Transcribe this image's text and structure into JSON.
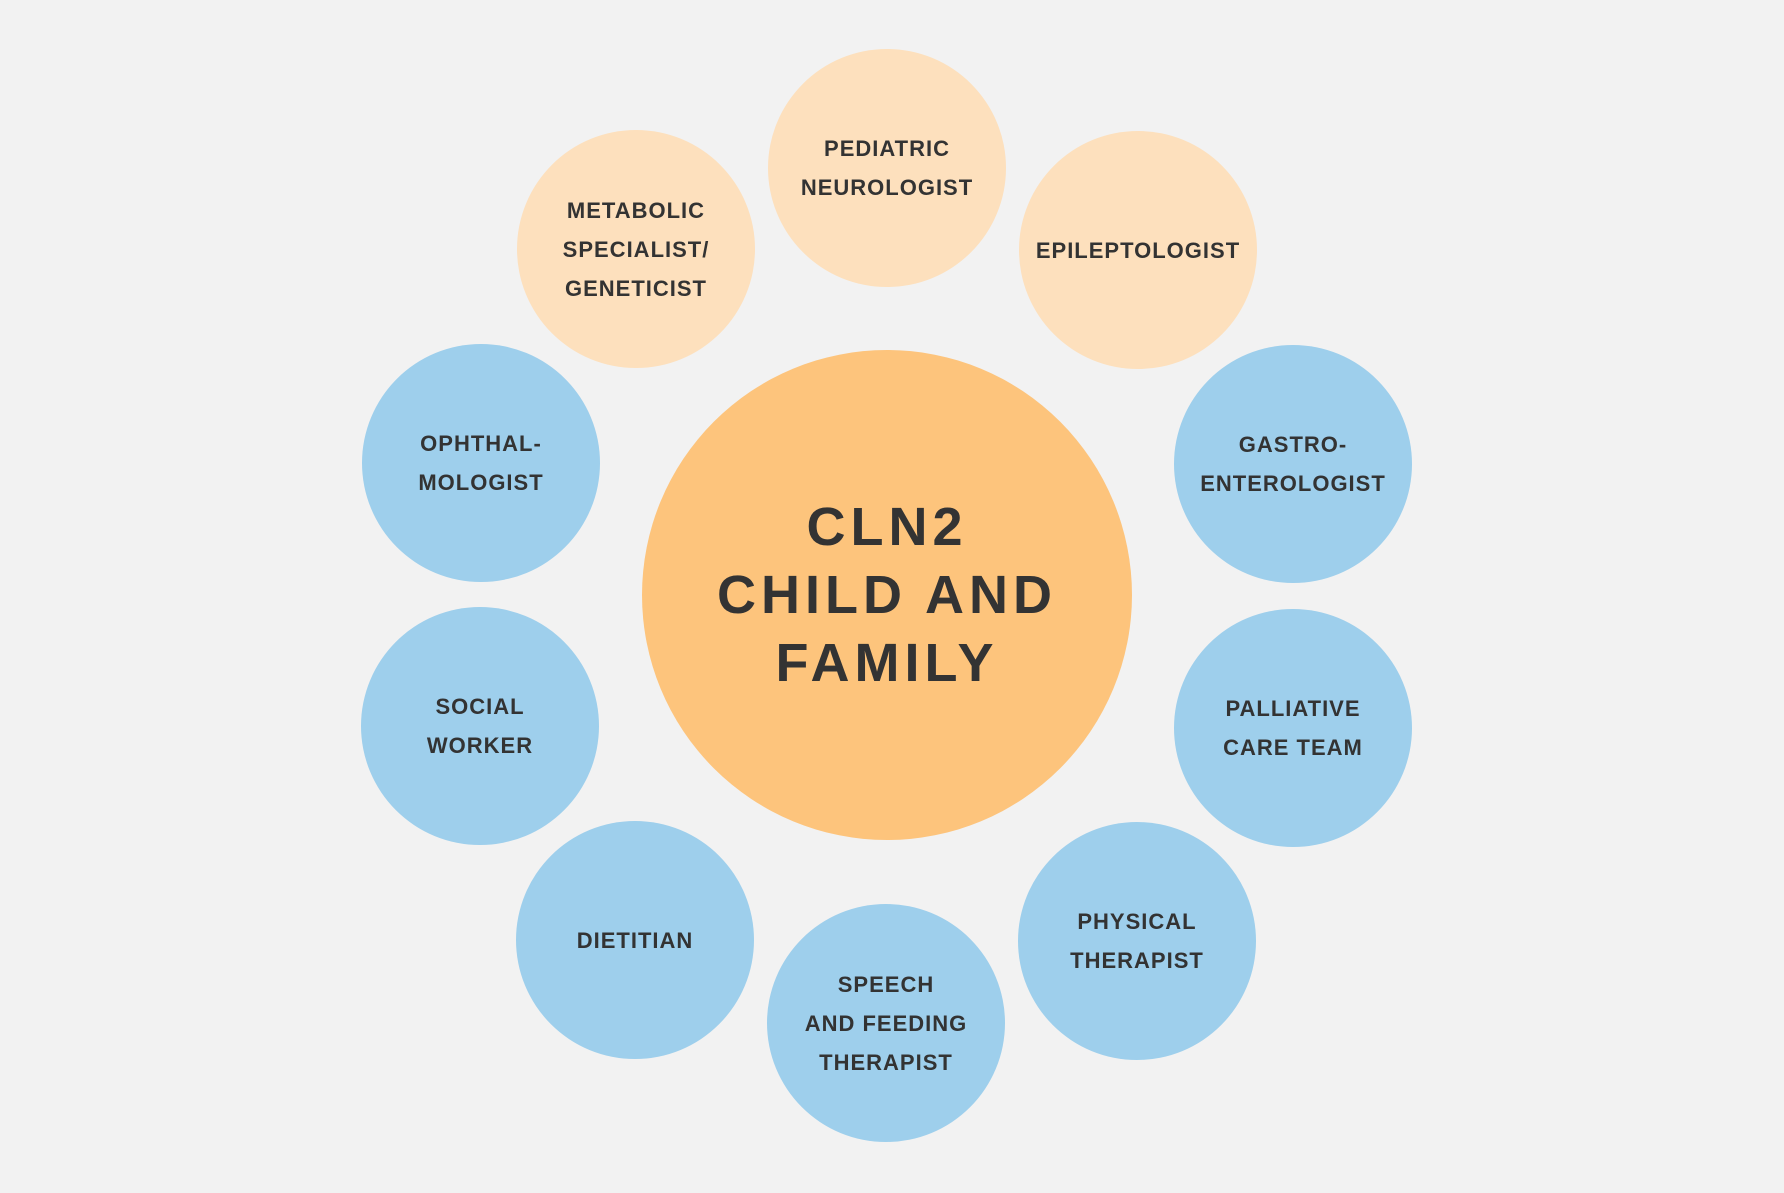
{
  "center": {
    "lines": [
      "CLN2",
      "CHILD AND",
      "FAMILY"
    ]
  },
  "specialists": {
    "pediatric_neurologist": [
      "PEDIATRIC",
      "NEUROLOGIST"
    ],
    "metabolic_specialist": [
      "METABOLIC",
      "SPECIALIST/",
      "GENETICIST"
    ],
    "epileptologist": [
      "EPILEPTOLOGIST"
    ],
    "ophthalmologist": [
      "OPHTHAL-",
      "MOLOGIST"
    ],
    "gastroenterologist": [
      "GASTRO-",
      "ENTEROLOGIST"
    ],
    "social_worker": [
      "SOCIAL",
      "WORKER"
    ],
    "palliative_care_team": [
      "PALLIATIVE",
      "CARE TEAM"
    ],
    "dietitian": [
      "DIETITIAN"
    ],
    "physical_therapist": [
      "PHYSICAL",
      "THERAPIST"
    ],
    "speech_feeding_therapist": [
      "SPEECH",
      "AND FEEDING",
      "THERAPIST"
    ]
  },
  "colors": {
    "background": "#f2f2f2",
    "center": "#fdc47c",
    "medical_specialist": "#fde0bd",
    "support_specialist": "#9ecfec",
    "text": "#333333"
  }
}
